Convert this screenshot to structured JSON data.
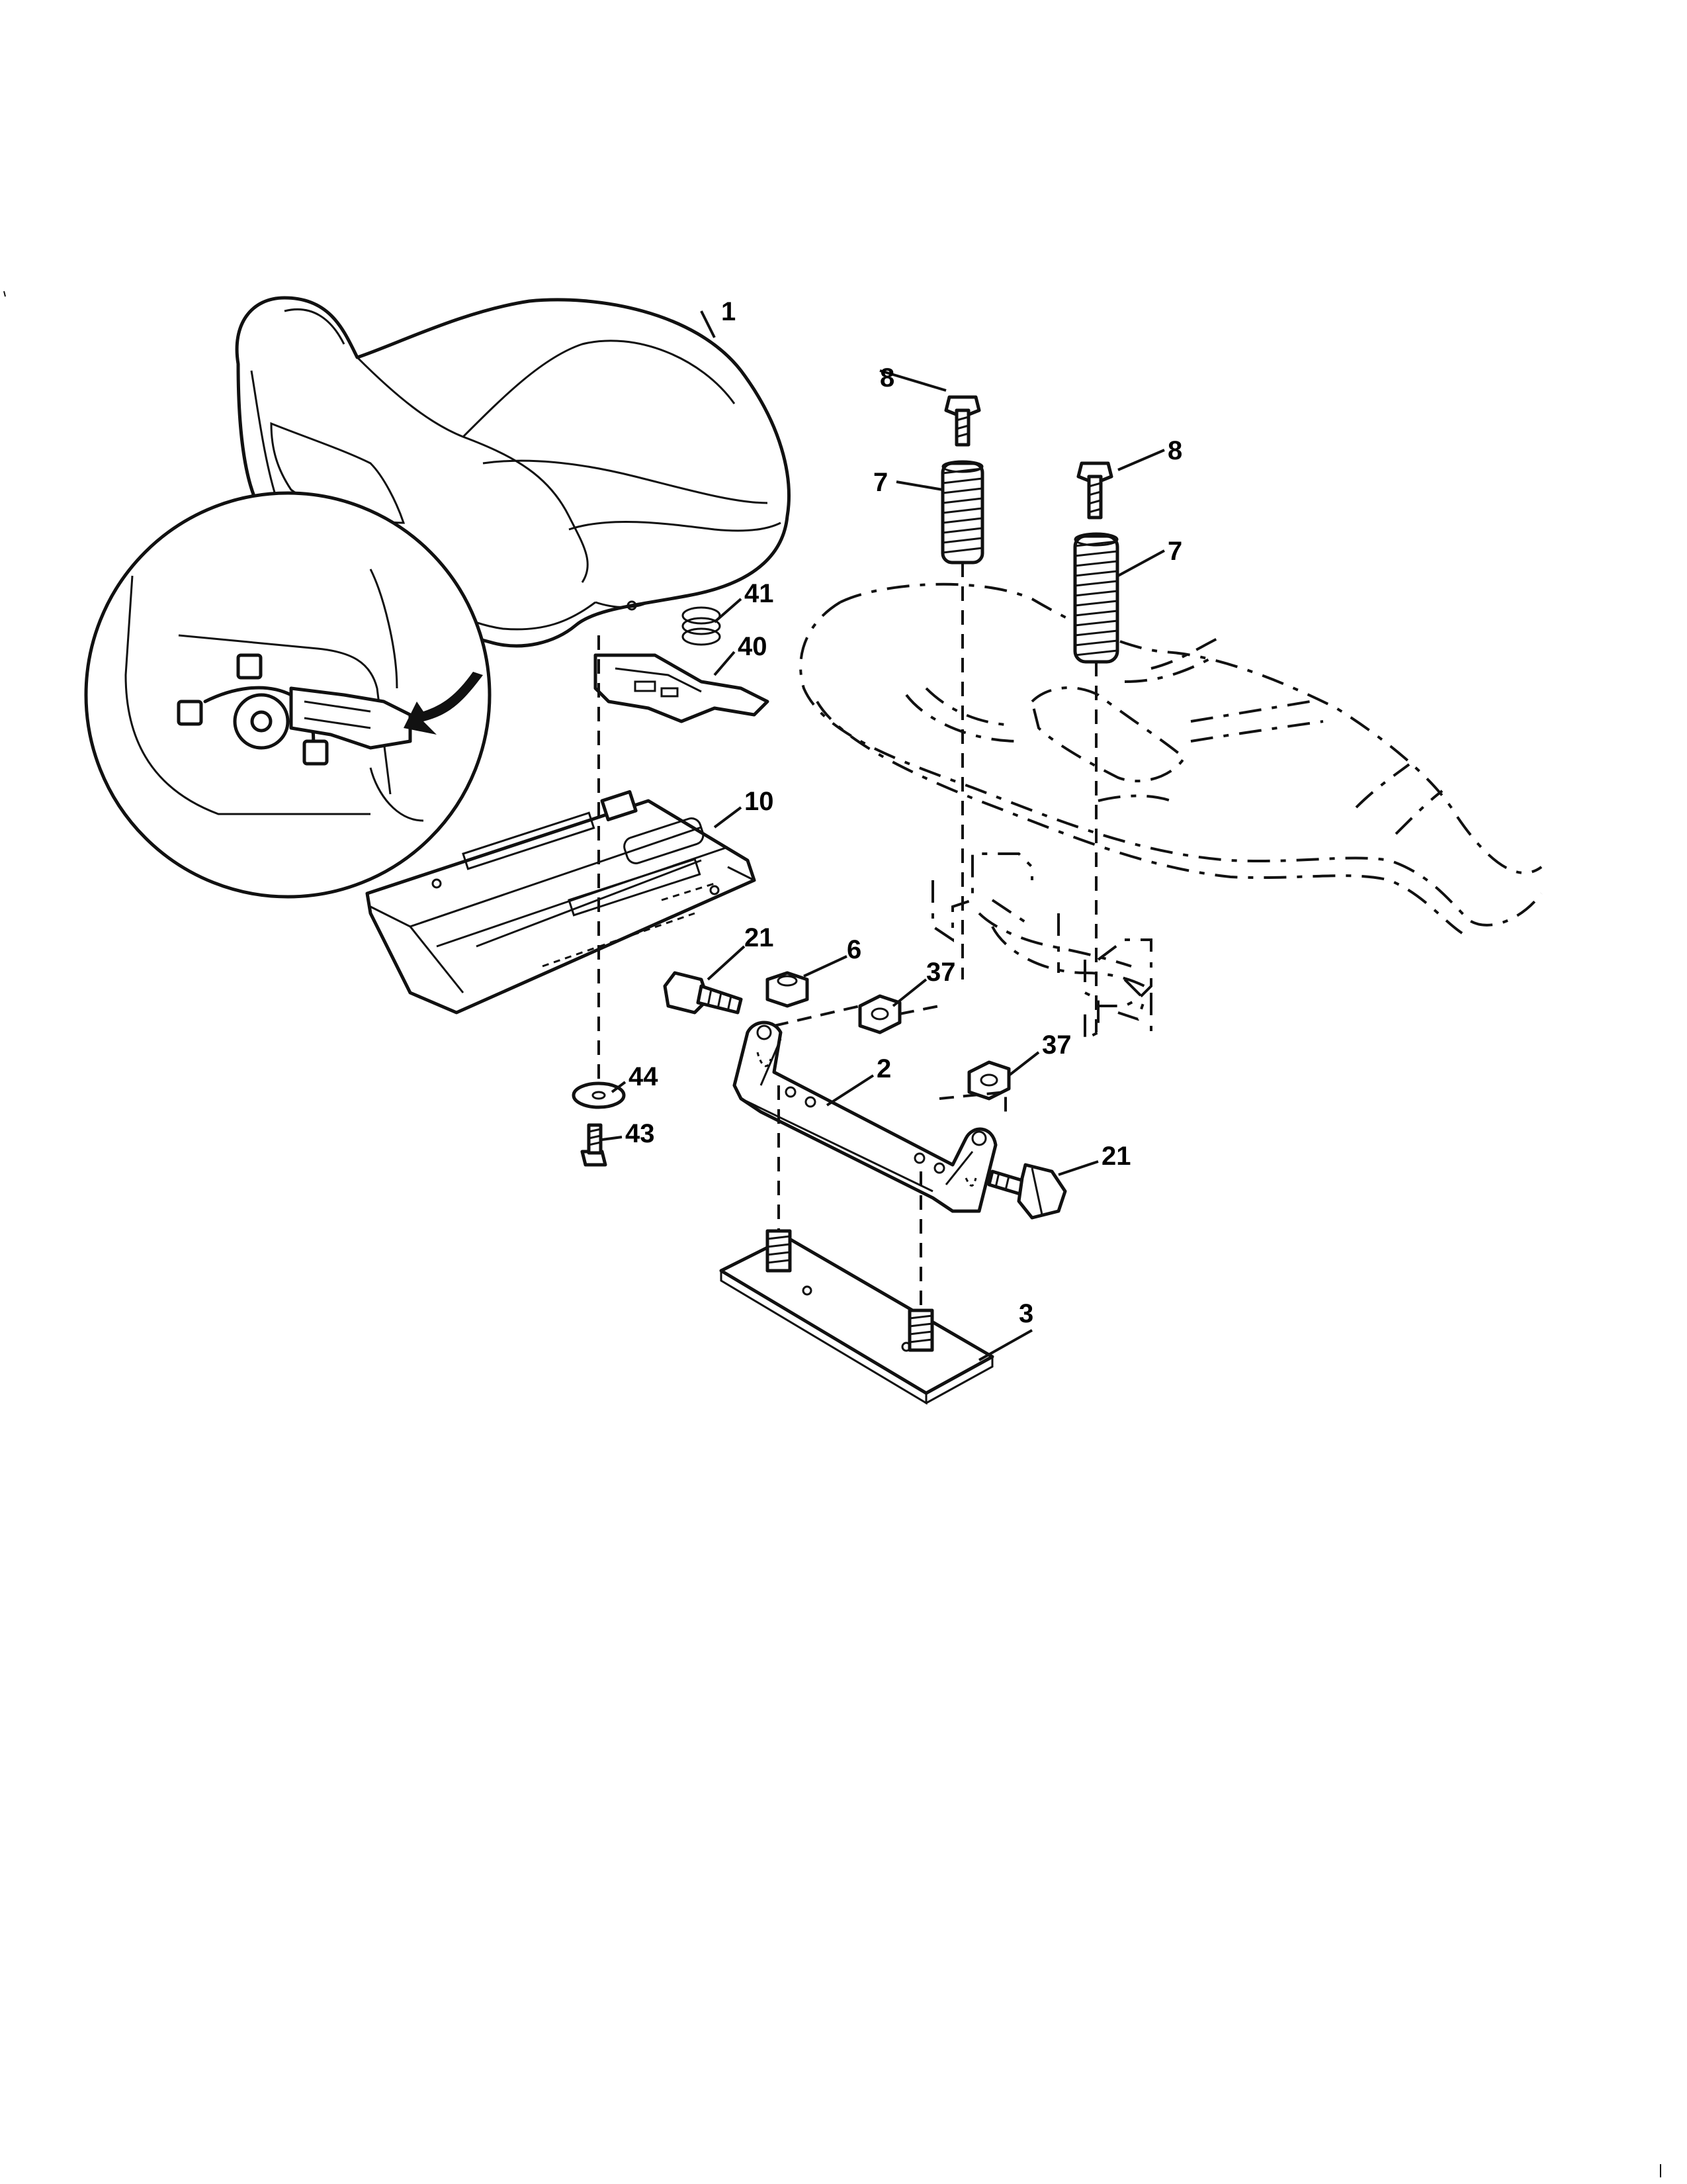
{
  "callouts": {
    "c1": "1",
    "c8a": "8",
    "c8b": "8",
    "c7a": "7",
    "c7b": "7",
    "c41": "41",
    "c40": "40",
    "c10": "10",
    "c21a": "21",
    "c6": "6",
    "c37a": "37",
    "c37b": "37",
    "c2": "2",
    "c21b": "21",
    "c44": "44",
    "c43": "43",
    "c3": "3"
  },
  "colors": {
    "ink": "#111111",
    "paper": "#ffffff"
  }
}
